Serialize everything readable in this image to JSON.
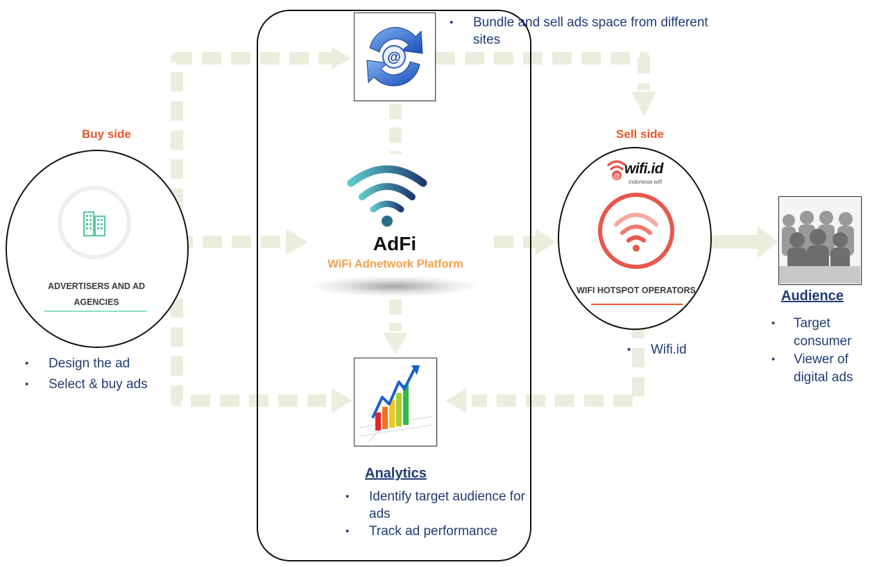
{
  "buy_side": {
    "label": "Buy side",
    "advertiser_title": "ADVERTISERS AND AD AGENCIES",
    "bullets": [
      "Design the ad",
      "Select & buy ads"
    ]
  },
  "bundle": {
    "bullets": [
      "Bundle and sell ads space from different sites"
    ]
  },
  "platform": {
    "name": "AdFi",
    "subtitle": "WiFi Adnetwork Platform"
  },
  "sell_side": {
    "label": "Sell side",
    "logo_text": "wifi.id",
    "logo_tagline": "indonesia wifi",
    "operator_title": "WIFI HOTSPOT OPERATORS",
    "bullets": [
      "Wifi.id"
    ]
  },
  "audience": {
    "heading": "Audience",
    "bullets": [
      "Target consumer",
      "Viewer of digital ads"
    ]
  },
  "analytics": {
    "heading": "Analytics",
    "bullets": [
      "Identify target audience for ads",
      "Track ad performance"
    ]
  },
  "colors": {
    "flow_arrow": "#ededde",
    "side_label": "#e8562a",
    "body_text": "#1f3b73",
    "subtitle": "#f5a04a",
    "wifi_red": "#e8564c"
  },
  "icons": [
    "building-icon",
    "email-refresh-icon",
    "wifi-signal-icon",
    "bar-chart-growth-icon",
    "crowd-silhouette-icon"
  ]
}
